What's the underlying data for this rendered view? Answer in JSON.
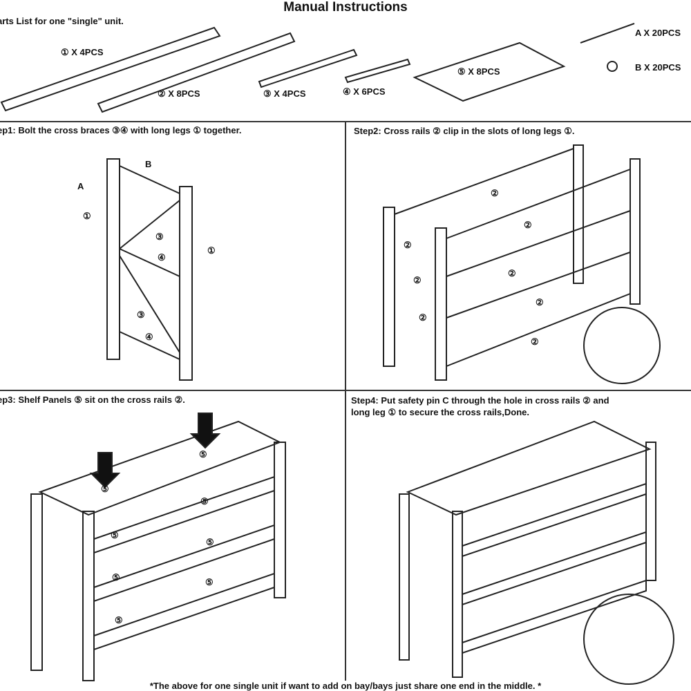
{
  "title": "Manual Instructions",
  "parts": {
    "heading": "arts List for one \"single\" unit.",
    "p1": "① X 4PCS",
    "p2": "② X 8PCS",
    "p3": "③ X 4PCS",
    "p4": "④ X 6PCS",
    "p5": "⑤ X 8PCS",
    "pA": "A X 20PCS",
    "pB": "B X 20PCS"
  },
  "steps": {
    "s1": "ep1: Bolt the cross braces ③④ with long legs ① together.",
    "s2": "Step2: Cross rails ② clip in the slots of long legs ①.",
    "s3a": "ep3: Shelf Panels ⑤ sit on the cross rails ②.",
    "s4a": "Step4: Put safety pin C through the hole in cross rails ② and",
    "s4b": "long leg ① to secure the cross rails,Done."
  },
  "callouts": {
    "c1": "①",
    "c2": "②",
    "c3": "③",
    "c4": "④",
    "c5": "⑤",
    "A": "A",
    "B": "B"
  },
  "footer": "*The above for one single unit if want to add on bay/bays just share one end in the middle. *"
}
